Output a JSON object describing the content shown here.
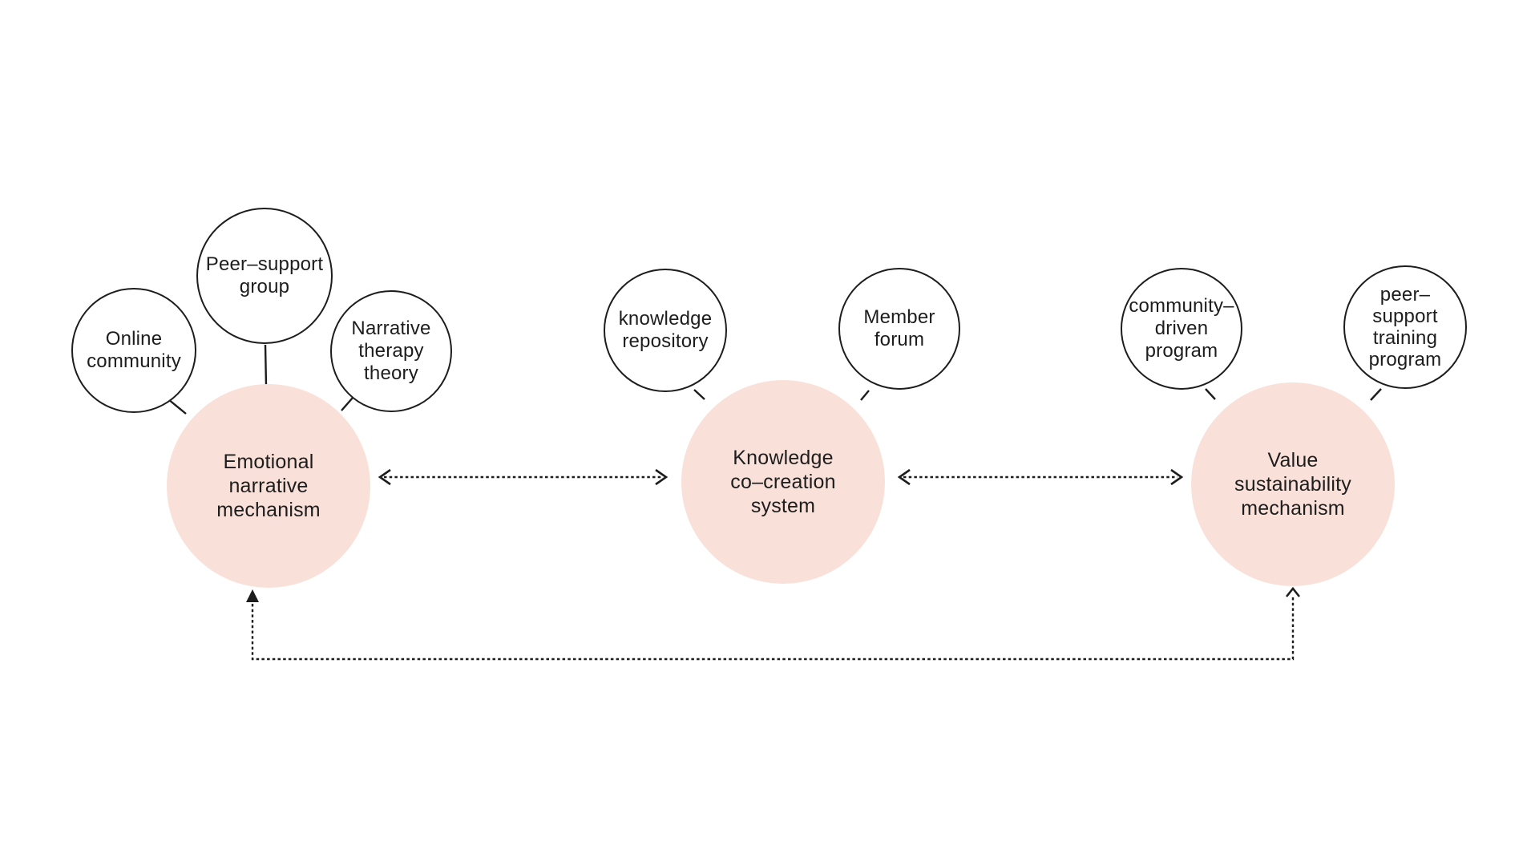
{
  "diagram": {
    "background_color": "#ffffff",
    "accent_color": "#f9e1da",
    "ink_color": "#1d1d1d",
    "clusters": [
      {
        "main": {
          "label": "Emotional\nnarrative\nmechanism"
        },
        "satellites": [
          {
            "label": "Online\ncommunity"
          },
          {
            "label": "Peer–support\ngroup"
          },
          {
            "label": "Narrative\ntherapy\ntheory"
          }
        ]
      },
      {
        "main": {
          "label": "Knowledge\nco–creation\nsystem"
        },
        "satellites": [
          {
            "label": "knowledge\nrepository"
          },
          {
            "label": "Member\nforum"
          }
        ]
      },
      {
        "main": {
          "label": "Value\nsustainability\nmechanism"
        },
        "satellites": [
          {
            "label": "community–\ndriven\nprogram"
          },
          {
            "label": "peer–\nsupport\ntraining\nprogram"
          }
        ]
      }
    ],
    "edges": [
      {
        "from": "Emotional narrative mechanism",
        "to": "Knowledge co-creation system",
        "style": "dotted-double-arrow"
      },
      {
        "from": "Knowledge co-creation system",
        "to": "Value sustainability mechanism",
        "style": "dotted-double-arrow"
      },
      {
        "from": "Value sustainability mechanism",
        "to": "Emotional narrative mechanism",
        "style": "dotted-feedback-loop"
      }
    ]
  }
}
